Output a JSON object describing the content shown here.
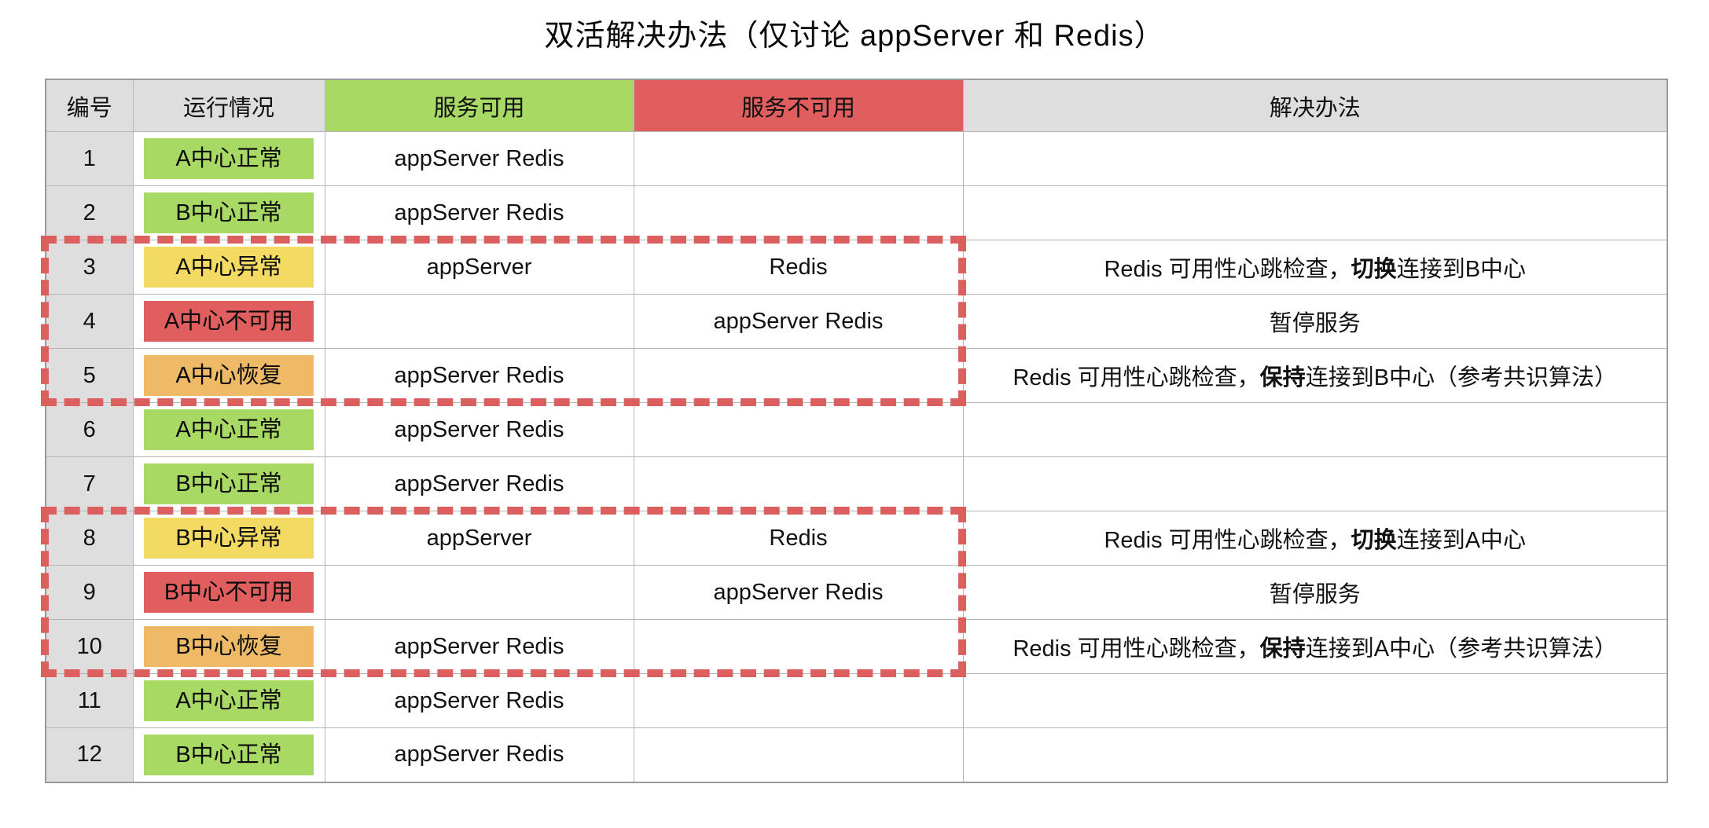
{
  "title": "双活解决办法（仅讨论 appServer 和 Redis）",
  "colors": {
    "header_gray": "#dedede",
    "header_green": "#a8d964",
    "header_red": "#e05e5e",
    "badge_green": "#a8d964",
    "badge_yellow": "#f3da63",
    "badge_red": "#e05e5e",
    "badge_orange": "#eeba68",
    "dashed_box": "#dc5f5f",
    "grid_line": "#b5b5b5"
  },
  "table": {
    "headers": [
      {
        "label": "编号",
        "bg": "#dedede"
      },
      {
        "label": "运行情况",
        "bg": "#dedede"
      },
      {
        "label": "服务可用",
        "bg": "#a8d964"
      },
      {
        "label": "服务不可用",
        "bg": "#e05e5e"
      },
      {
        "label": "解决办法",
        "bg": "#dedede"
      }
    ],
    "rows": [
      {
        "num": "1",
        "status": {
          "label": "A中心正常",
          "color": "#a8d964"
        },
        "available": "appServer Redis",
        "unavailable": "",
        "solution": {
          "pre": "",
          "bold": "",
          "post": ""
        }
      },
      {
        "num": "2",
        "status": {
          "label": "B中心正常",
          "color": "#a8d964"
        },
        "available": "appServer Redis",
        "unavailable": "",
        "solution": {
          "pre": "",
          "bold": "",
          "post": ""
        }
      },
      {
        "num": "3",
        "status": {
          "label": "A中心异常",
          "color": "#f3da63"
        },
        "available": "appServer",
        "unavailable": "Redis",
        "solution": {
          "pre": "Redis 可用性心跳检查，",
          "bold": "切换",
          "post": "连接到B中心"
        }
      },
      {
        "num": "4",
        "status": {
          "label": "A中心不可用",
          "color": "#e05e5e"
        },
        "available": "",
        "unavailable": "appServer Redis",
        "solution": {
          "pre": "暂停服务",
          "bold": "",
          "post": ""
        }
      },
      {
        "num": "5",
        "status": {
          "label": "A中心恢复",
          "color": "#eeba68"
        },
        "available": "appServer Redis",
        "unavailable": "",
        "solution": {
          "pre": "Redis 可用性心跳检查，",
          "bold": "保持",
          "post": "连接到B中心（参考共识算法）"
        }
      },
      {
        "num": "6",
        "status": {
          "label": "A中心正常",
          "color": "#a8d964"
        },
        "available": "appServer Redis",
        "unavailable": "",
        "solution": {
          "pre": "",
          "bold": "",
          "post": ""
        }
      },
      {
        "num": "7",
        "status": {
          "label": "B中心正常",
          "color": "#a8d964"
        },
        "available": "appServer Redis",
        "unavailable": "",
        "solution": {
          "pre": "",
          "bold": "",
          "post": ""
        }
      },
      {
        "num": "8",
        "status": {
          "label": "B中心异常",
          "color": "#f3da63"
        },
        "available": "appServer",
        "unavailable": "Redis",
        "solution": {
          "pre": "Redis 可用性心跳检查，",
          "bold": "切换",
          "post": "连接到A中心"
        }
      },
      {
        "num": "9",
        "status": {
          "label": "B中心不可用",
          "color": "#e05e5e"
        },
        "available": "",
        "unavailable": "appServer Redis",
        "solution": {
          "pre": "暂停服务",
          "bold": "",
          "post": ""
        }
      },
      {
        "num": "10",
        "status": {
          "label": "B中心恢复",
          "color": "#eeba68"
        },
        "available": "appServer Redis",
        "unavailable": "",
        "solution": {
          "pre": "Redis 可用性心跳检查，",
          "bold": "保持",
          "post": "连接到A中心（参考共识算法）"
        }
      },
      {
        "num": "11",
        "status": {
          "label": "A中心正常",
          "color": "#a8d964"
        },
        "available": "appServer Redis",
        "unavailable": "",
        "solution": {
          "pre": "",
          "bold": "",
          "post": ""
        }
      },
      {
        "num": "12",
        "status": {
          "label": "B中心正常",
          "color": "#a8d964"
        },
        "available": "appServer Redis",
        "unavailable": "",
        "solution": {
          "pre": "",
          "bold": "",
          "post": ""
        }
      }
    ]
  }
}
